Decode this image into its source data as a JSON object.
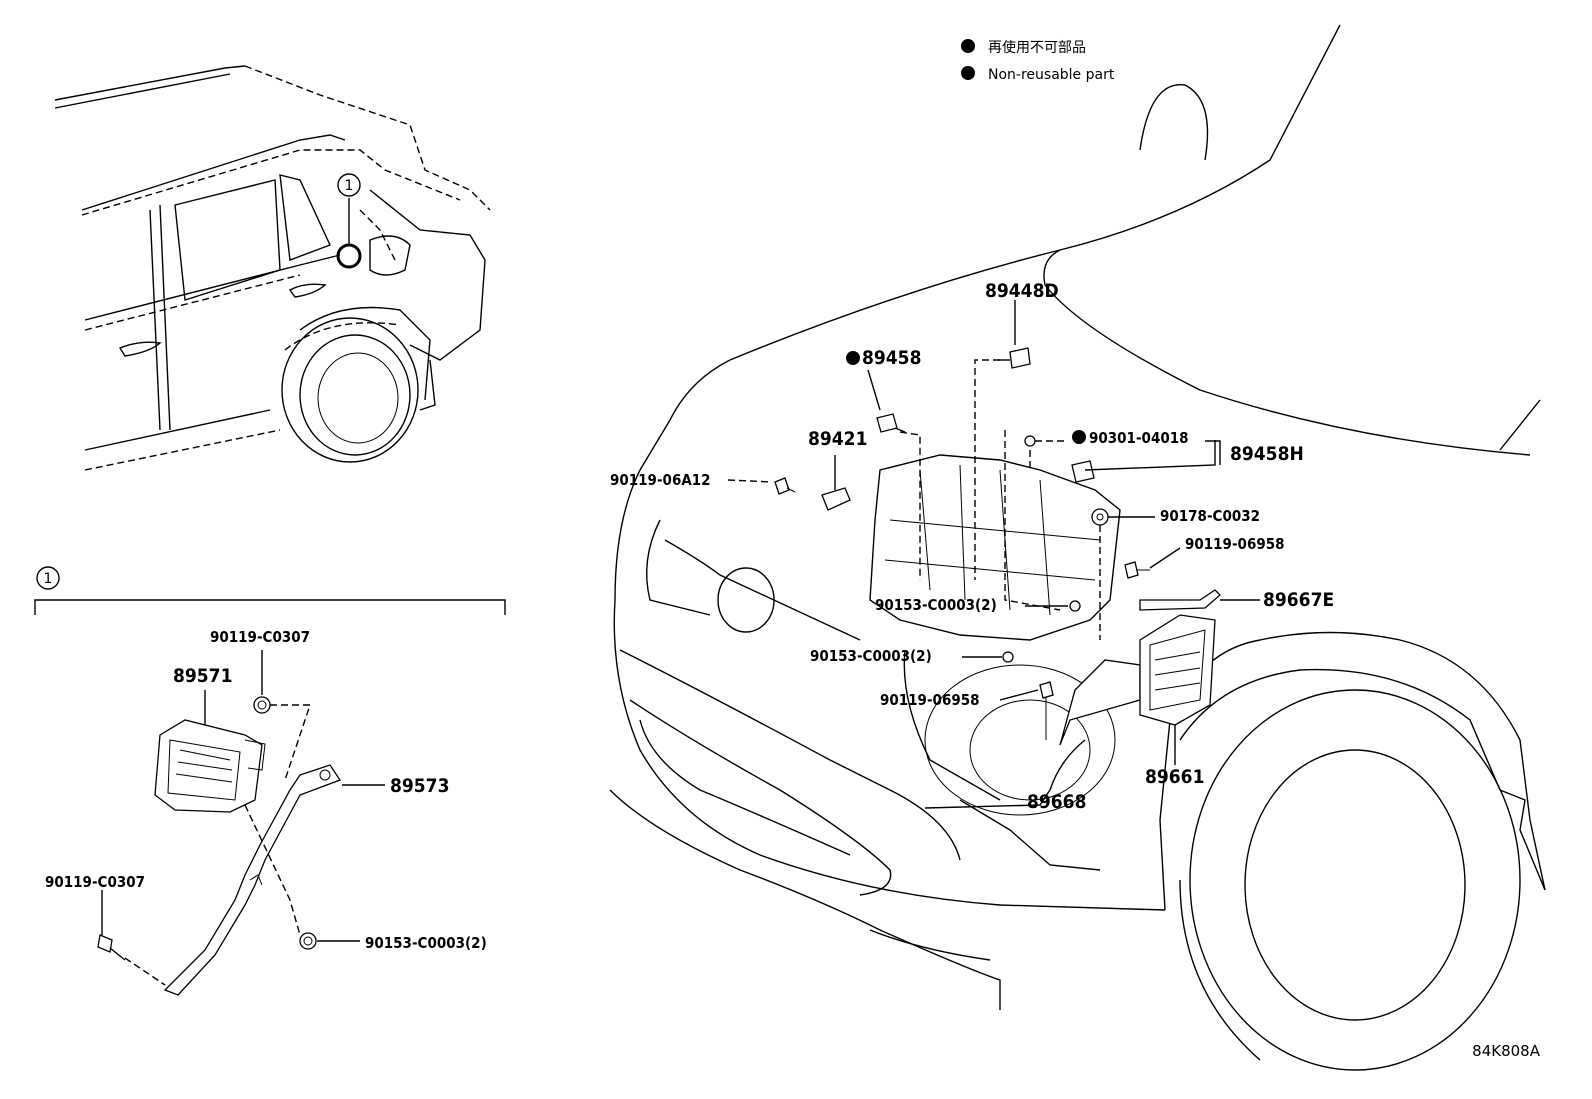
{
  "legend": {
    "symbol": "●",
    "items": [
      "再使用不可部品",
      "Non-reusable part"
    ]
  },
  "callout_number": "1",
  "diagram_code": "84K808A",
  "parts": {
    "p89448D": "89448D",
    "p89458": "89458",
    "p89421": "89421",
    "p90301_04018": "90301-04018",
    "p89458H": "89458H",
    "p90119_06A12": "90119-06A12",
    "p90178_C0032": "90178-C0032",
    "p90119_06958_a": "90119-06958",
    "p89667E": "89667E",
    "p90153_C0003_a": "90153-C0003(2)",
    "p90153_C0003_b": "90153-C0003(2)",
    "p90119_06958_b": "90119-06958",
    "p89668": "89668",
    "p89661": "89661",
    "p90119_C0307_a": "90119-C0307",
    "p89571": "89571",
    "p89573": "89573",
    "p90119_C0307_b": "90119-C0307",
    "p90153_C0003_c": "90153-C0003(2)"
  }
}
